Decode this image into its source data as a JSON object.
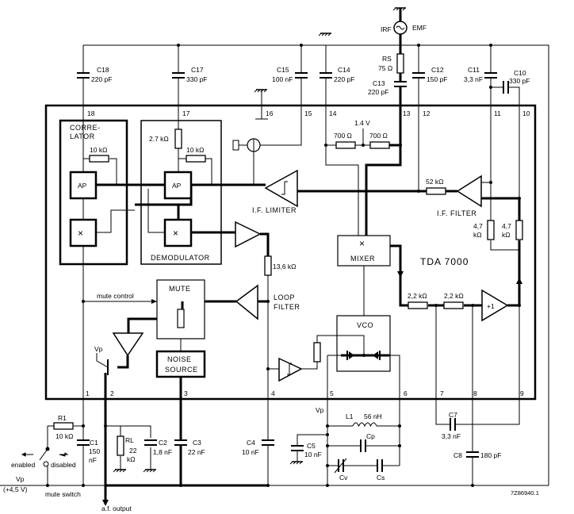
{
  "chip": "TDA 7000",
  "figure_code": "7Z86940.1",
  "blocks": {
    "correlator_line1": "CORRE-",
    "correlator_line2": "LATOR",
    "demodulator": "DEMODULATOR",
    "ap": "AP",
    "multiplier": "×",
    "mixer": "MIXER",
    "vco": "VCO",
    "mute": "MUTE",
    "noise_line1": "NOISE",
    "noise_line2": "SOURCE",
    "if_limiter": "I.F. LIMITER",
    "if_filter": "I.F. FILTER",
    "loop_line1": "LOOP",
    "loop_line2": "FILTER",
    "unity_buffer": "+1"
  },
  "pins": {
    "p1": "1",
    "p2": "2",
    "p3": "3",
    "p4": "4",
    "p5": "5",
    "p6": "6",
    "p7": "7",
    "p8": "8",
    "p9": "9",
    "p10": "10",
    "p11": "11",
    "p12": "12",
    "p13": "13",
    "p14": "14",
    "p15": "15",
    "p16": "16",
    "p17": "17",
    "p18": "18"
  },
  "internal": {
    "r_corr": "10 kΩ",
    "r_demod_in": "2.7 kΩ",
    "r_demod_fb": "10 kΩ",
    "r_700a": "700 Ω",
    "r_700b": "700 Ω",
    "bias": "1.4 V",
    "r_52k": "52 kΩ",
    "r_47a_1": "4,7",
    "r_47a_2": "kΩ",
    "r_47b_1": "4,7",
    "r_47b_2": "kΩ",
    "r_136": "13,6 kΩ",
    "r_22a": "2,2 kΩ",
    "r_22b": "2,2 kΩ"
  },
  "external": {
    "C18": {
      "name": "C18",
      "value": "220 pF"
    },
    "C17": {
      "name": "C17",
      "value": "330 pF"
    },
    "C15": {
      "name": "C15",
      "value": "100 nF"
    },
    "C14": {
      "name": "C14",
      "value": "220 pF"
    },
    "RS": {
      "name": "RS",
      "value": "75 Ω"
    },
    "C13": {
      "name": "C13",
      "value": "220 pF"
    },
    "C12": {
      "name": "C12",
      "value": "150 pF"
    },
    "C11": {
      "name": "C11",
      "value": "3,3 nF"
    },
    "C10": {
      "name": "C10",
      "value": "330 pF"
    },
    "R1": {
      "name": "R1",
      "value": "10 kΩ"
    },
    "C1": {
      "name": "C1",
      "value1": "150",
      "value2": "nF"
    },
    "RL": {
      "name": "RL",
      "value1": "22",
      "value2": "kΩ"
    },
    "C2": {
      "name": "C2",
      "value": "1,8 nF"
    },
    "C3": {
      "name": "C3",
      "value": "22 nF"
    },
    "C4": {
      "name": "C4",
      "value": "10 nF"
    },
    "C5": {
      "name": "C5",
      "value": "10 nF"
    },
    "L1": {
      "name": "L1",
      "value": "56 nH"
    },
    "Cp": {
      "name": "Cp"
    },
    "Cv": {
      "name": "Cv"
    },
    "Cs": {
      "name": "Cs"
    },
    "C7": {
      "name": "C7",
      "value": "3,3 nF"
    },
    "C8": {
      "name": "C8",
      "value": "180 pF"
    }
  },
  "labels": {
    "irf": "IRF",
    "emf": "EMF",
    "mute_control": "mute control",
    "vp": "Vp",
    "vp_transistor": "Vp",
    "vp_tank": "Vp",
    "vp_supply": "(+4,5 V)",
    "enabled": "enabled",
    "disabled": "disabled",
    "mute_switch": "mute switch",
    "af_output": "a.f. output"
  }
}
